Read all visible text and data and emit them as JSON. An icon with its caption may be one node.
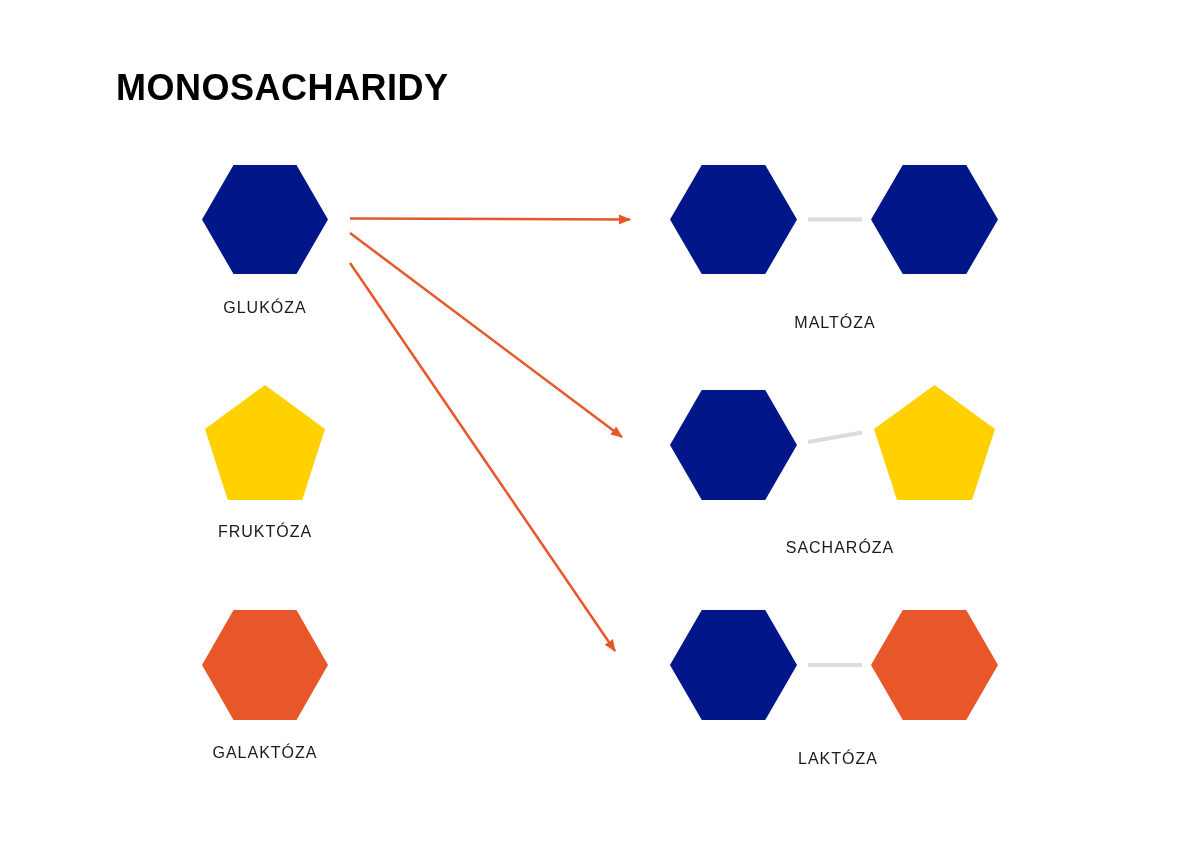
{
  "diagram": {
    "title": "MONOSACHARIDY",
    "nodes": [
      {
        "text": [],
        "shape": "hexagon",
        "beside": [
          "GLUKÓZA"
        ]
      },
      {
        "text": [],
        "shape": "hexagon"
      },
      {
        "text": [],
        "shape": "hexagon"
      },
      {
        "text": [],
        "shape": "pentagon",
        "beside": [
          "FRUKTÓZA"
        ]
      },
      {
        "text": [],
        "shape": "hexagon"
      },
      {
        "text": [],
        "shape": "pentagon"
      },
      {
        "text": [],
        "shape": "hexagon",
        "beside": [
          "GALAKTÓZA"
        ]
      },
      {
        "text": [],
        "shape": "hexagon"
      },
      {
        "text": [],
        "shape": "hexagon"
      }
    ],
    "edges": [
      {
        "from": 0,
        "to": 1,
        "arrow": "to"
      },
      {
        "from": 1,
        "to": 2,
        "arrow": "none",
        "color": "#dcdcdc"
      },
      {
        "from": 0,
        "to": 4,
        "arrow": "to"
      },
      {
        "from": 4,
        "to": 5,
        "arrow": "none",
        "color": "#dcdcdc"
      },
      {
        "from": 0,
        "to": 7,
        "arrow": "to"
      },
      {
        "from": 7,
        "to": 8,
        "arrow": "none",
        "color": "#dcdcdc"
      }
    ],
    "labels": [
      "MALTÓZA",
      "SACHARÓZA",
      "LAKTÓZA"
    ]
  }
}
